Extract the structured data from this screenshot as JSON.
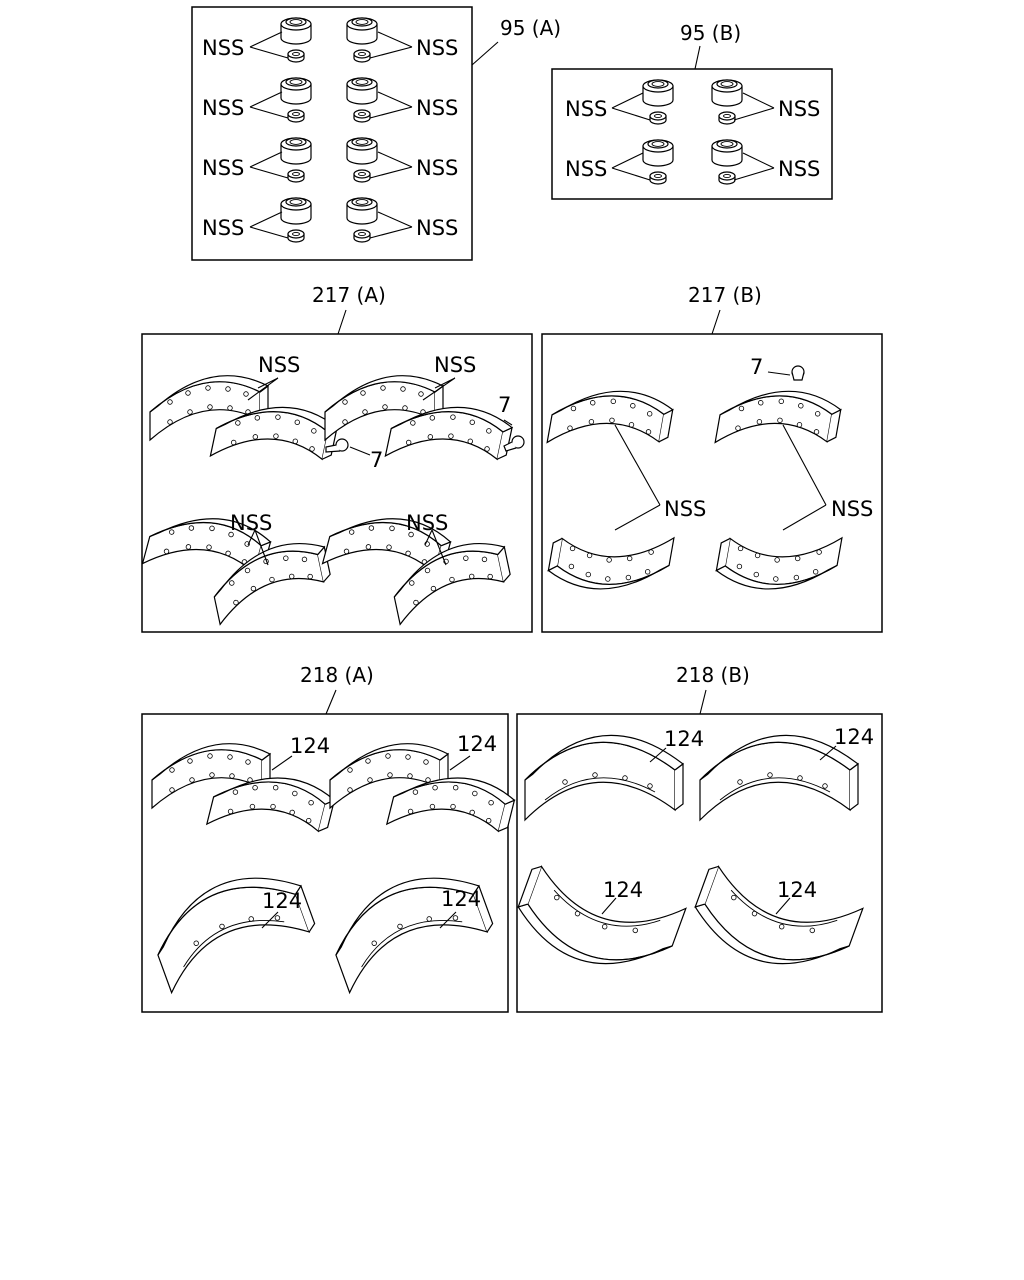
{
  "groups": [
    {
      "id": "95a",
      "ref": "95 (A)"
    },
    {
      "id": "95b",
      "ref": "95 (B)"
    },
    {
      "id": "217a",
      "ref": "217 (A)"
    },
    {
      "id": "217b",
      "ref": "217 (B)"
    },
    {
      "id": "218a",
      "ref": "218 (A)"
    },
    {
      "id": "218b",
      "ref": "218 (B)"
    }
  ],
  "labels": {
    "nss": "NSS",
    "part_7": "7",
    "part_124": "124"
  }
}
